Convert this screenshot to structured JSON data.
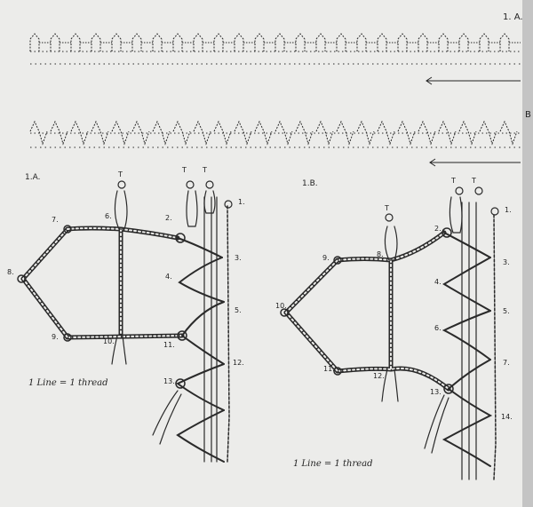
{
  "top_labels": {
    "row_a": "1. A.",
    "row_b": "B"
  },
  "fig_a": {
    "title": "1.A.",
    "t_marks": [
      "T",
      "T",
      "T"
    ],
    "numbers": [
      "1.",
      "2.",
      "3.",
      "4.",
      "5.",
      "6.",
      "7.",
      "8.",
      "9.",
      "10.",
      "11.",
      "12.",
      "13."
    ],
    "caption": "1 Line = 1 thread"
  },
  "fig_b": {
    "title": "1.B.",
    "t_marks": [
      "T",
      "T",
      "T"
    ],
    "numbers": [
      "1.",
      "2.",
      "3.",
      "4.",
      "5.",
      "6.",
      "7.",
      "8.",
      "9.",
      "10.",
      "11.",
      "12.",
      "13.",
      "14."
    ],
    "caption": "1 Line = 1 thread"
  },
  "colors": {
    "paper": "#ececea",
    "ink": "#2a2a2a",
    "shadow": "#bfbfbf"
  }
}
